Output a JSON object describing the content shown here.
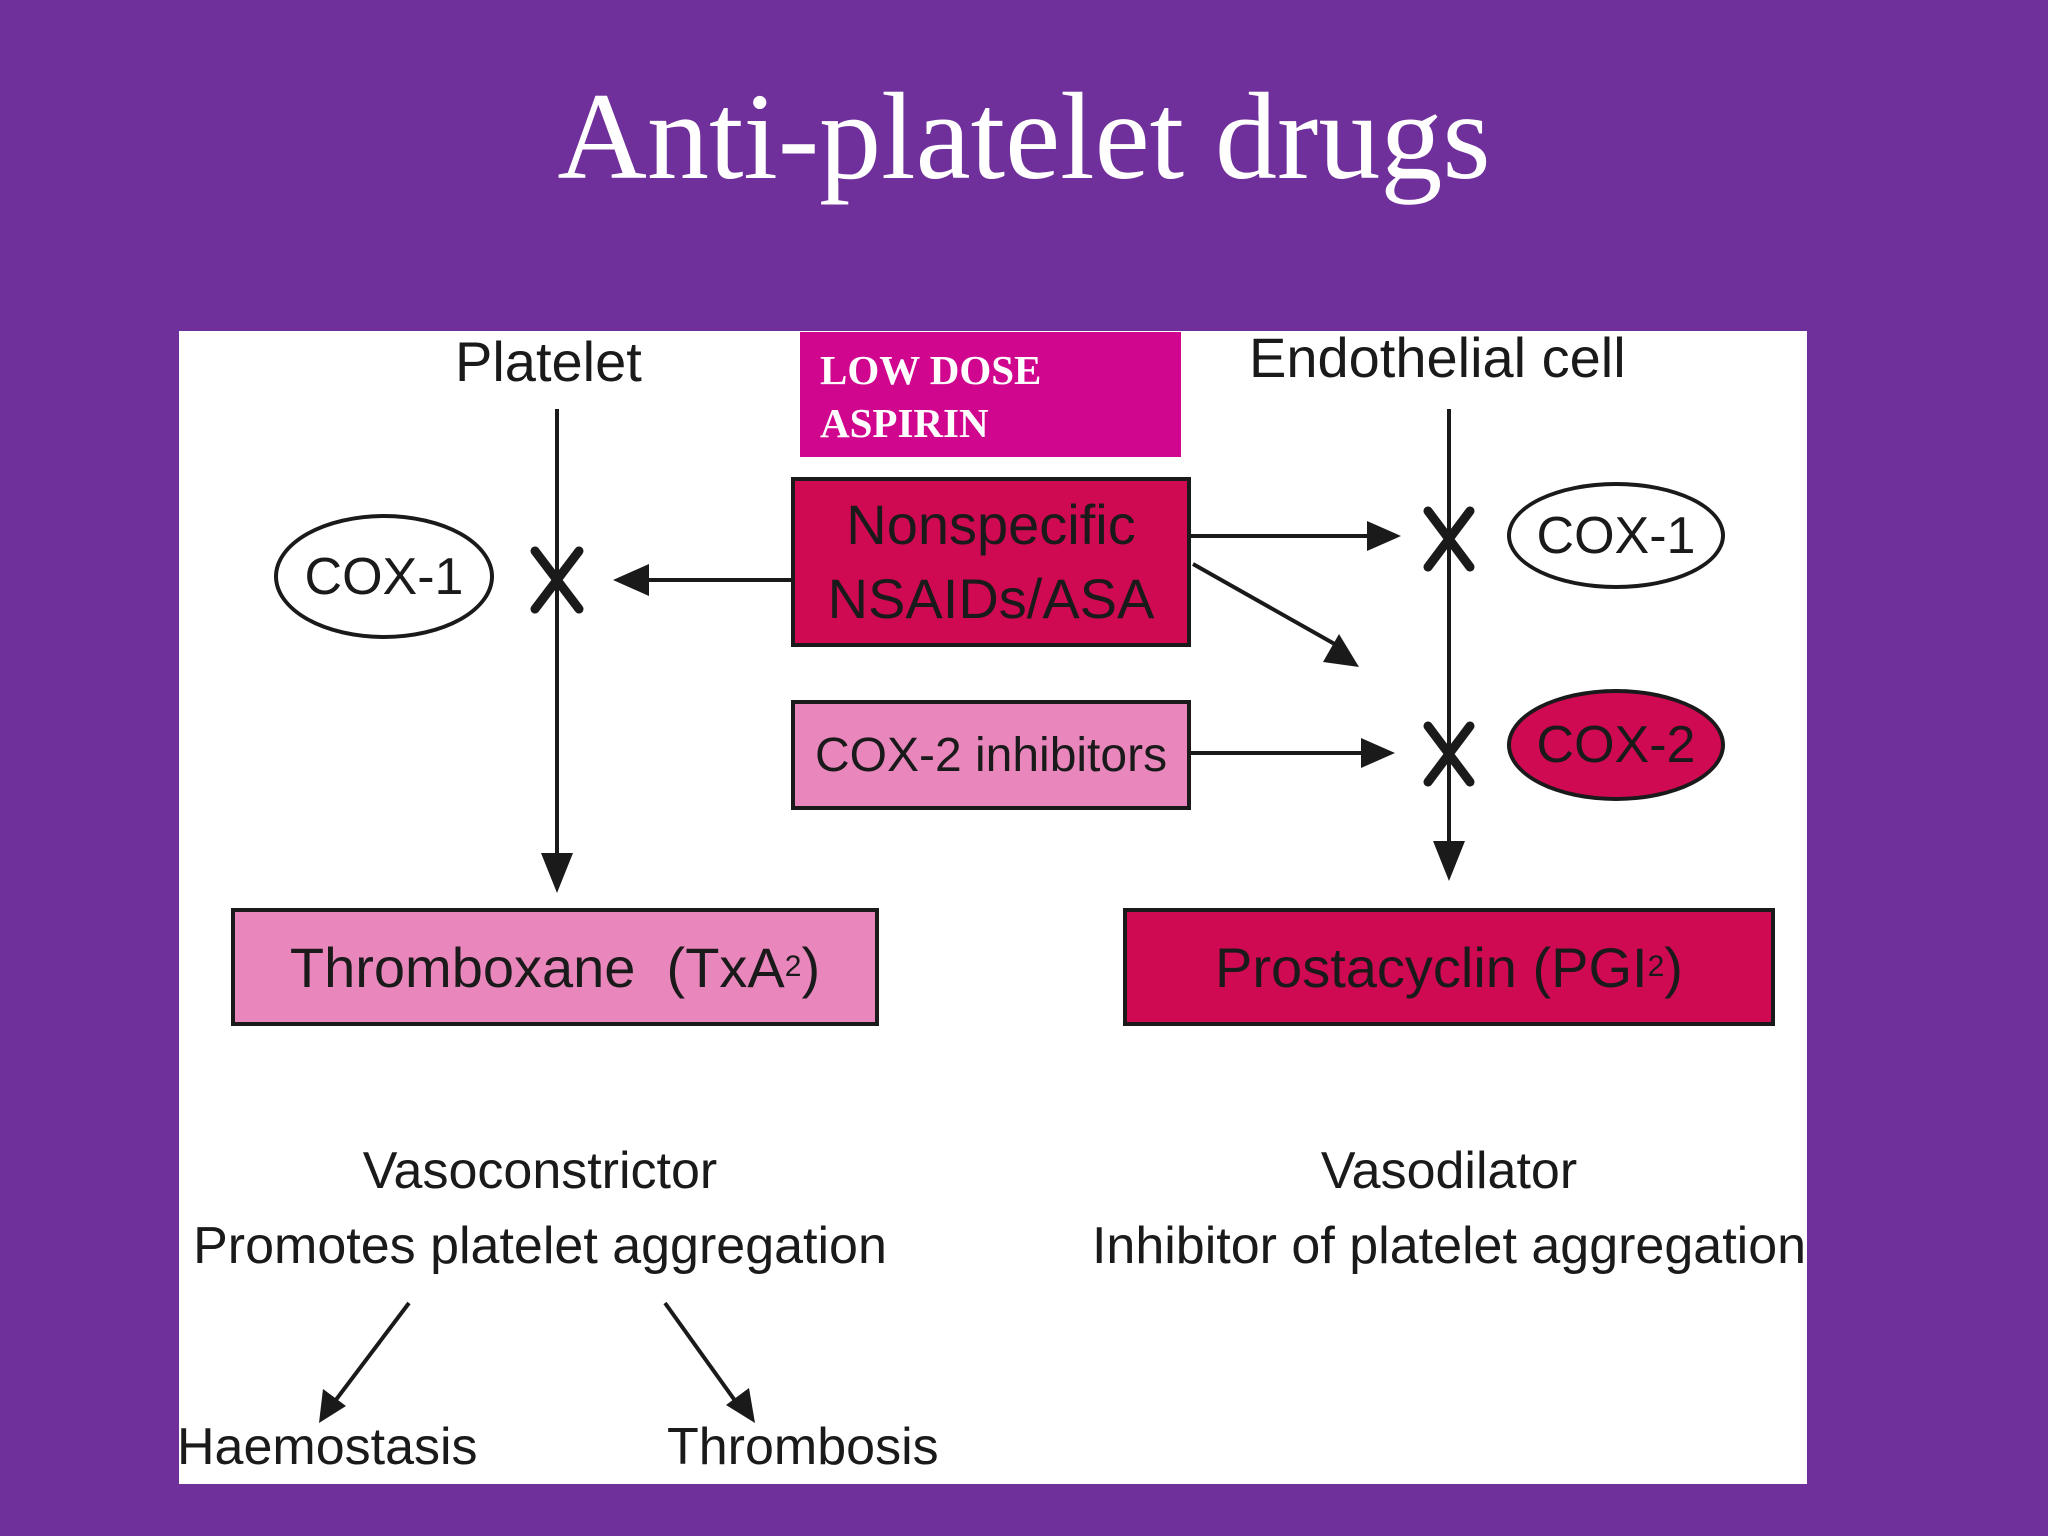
{
  "slide": {
    "title": "Anti-platelet drugs"
  },
  "diagram": {
    "platelet_label": "Platelet",
    "endothelial_label": "Endothelial cell",
    "aspirin_label_line1": "LOW DOSE",
    "aspirin_label_line2": "ASPIRIN",
    "nsaid_line1": "Nonspecific",
    "nsaid_line2": "NSAIDs/ASA",
    "cox2_inhibitors": "COX-2 inhibitors",
    "cox1_left": "COX-1",
    "cox1_right": "COX-1",
    "cox2_right": "COX-2",
    "thromboxane_text": "Thromboxane  (TxA",
    "thromboxane_sub": "2",
    "thromboxane_close": ")",
    "prostacyclin_text": "Prostacyclin (PGI",
    "prostacyclin_sub": "2",
    "prostacyclin_close": ")",
    "left_effect1": "Vasoconstrictor",
    "left_effect2": "Promotes platelet aggregation",
    "right_effect1": "Vasodilator",
    "right_effect2": "Inhibitor of platelet aggregation",
    "outcome_left": "Haemostasis",
    "outcome_right": "Thrombosis"
  },
  "colors": {
    "background": "#70309c",
    "aspirin_box": "#d0068e",
    "light_pink": "#e987bd",
    "crimson": "#cf0a53"
  }
}
